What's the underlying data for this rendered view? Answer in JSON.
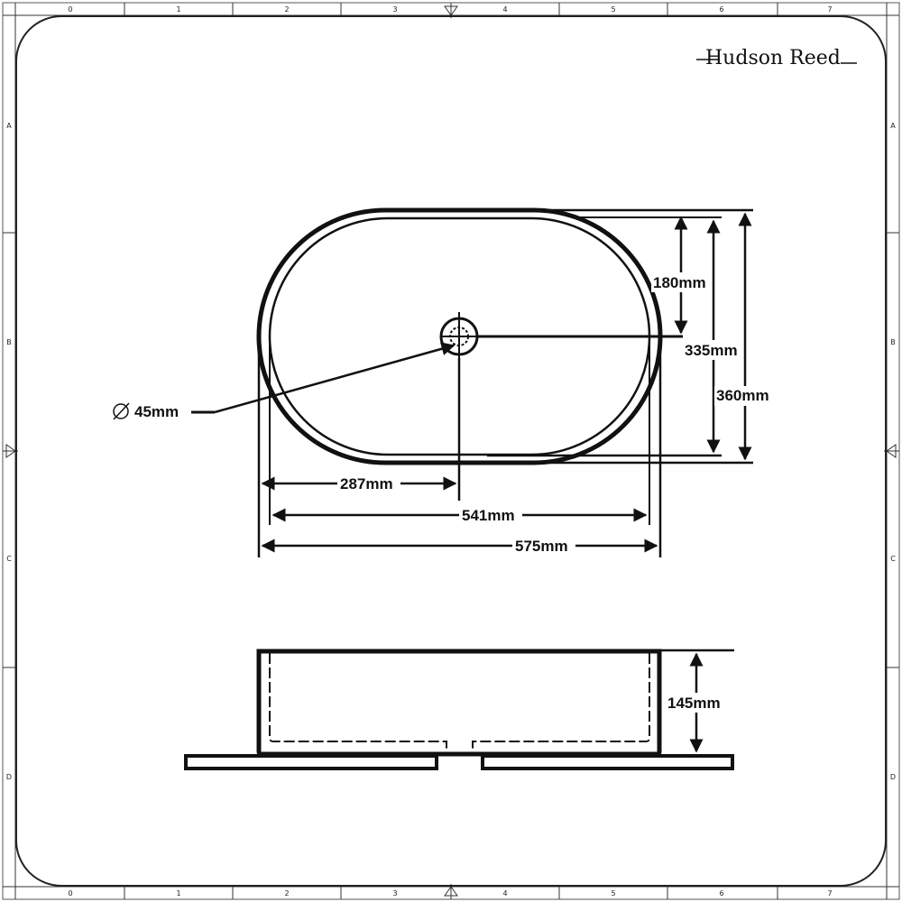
{
  "brand": "Hudson Reed",
  "ruler": {
    "columns": [
      "0",
      "1",
      "2",
      "3",
      "4",
      "5",
      "6",
      "7"
    ],
    "rows": [
      "A",
      "B",
      "C",
      "D"
    ]
  },
  "dimensions": {
    "waste_diameter": "45mm",
    "waste_from_back": "180mm",
    "inner_depth": "335mm",
    "outer_depth": "360mm",
    "waste_from_side": "287mm",
    "inner_width": "541mm",
    "outer_width": "575mm",
    "height": "145mm"
  }
}
